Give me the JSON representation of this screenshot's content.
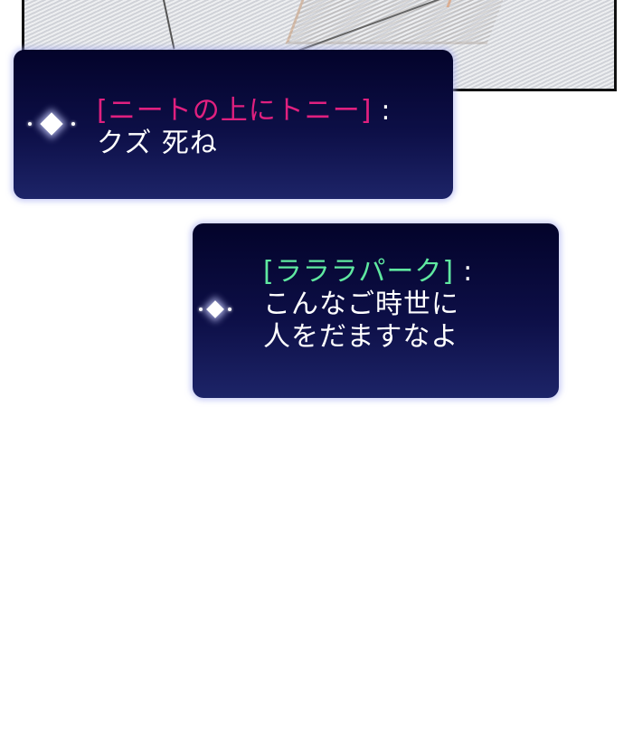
{
  "panel": {
    "description": "comic panel fragment with faint gray sketch",
    "border_color": "#111111"
  },
  "messages": [
    {
      "icon": "diamond-sparkle-icon",
      "speaker": "[ニートの上にトニー]",
      "speaker_color": "#e0207f",
      "colon": ":",
      "lines": [
        "クズ 死ね"
      ]
    },
    {
      "icon": "diamond-sparkle-icon",
      "speaker": "[ラララパーク]",
      "speaker_color": "#5fe8a0",
      "colon": ":",
      "lines": [
        "こんなご時世に",
        "人をだますなよ"
      ]
    }
  ],
  "colors": {
    "bubble_top": "#03032a",
    "bubble_bottom": "#1d2468",
    "glow": "#aaaff0",
    "text": "#ffffff"
  }
}
